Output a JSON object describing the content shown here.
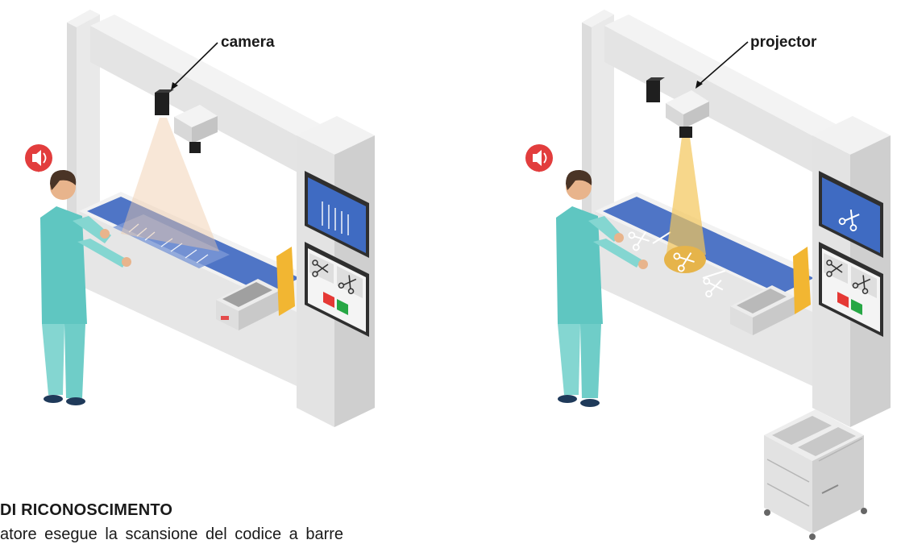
{
  "labels": {
    "camera": "camera",
    "projector": "projector"
  },
  "caption": {
    "title": "DI RICONOSCIMENTO",
    "text": "atore esegue la scansione del codice a barre"
  },
  "colors": {
    "frame_light": "#ececec",
    "frame_mid": "#d9d9d9",
    "frame_dark": "#c4c4c4",
    "mat_blue": "#4f75c6",
    "screen_blue": "#3f6bc2",
    "scrub_teal": "#5fc6c1",
    "scrub_light": "#84d6d1",
    "hair": "#4a3426",
    "skin": "#e8b48c",
    "speaker_red": "#e23d3d",
    "light_beam": "#f4c65a",
    "bin_yellow": "#f2b632",
    "button_red": "#e53935",
    "button_green": "#27a745"
  },
  "icons": [
    "camera-icon",
    "projector-icon",
    "speaker-icon",
    "scissors-icon"
  ]
}
